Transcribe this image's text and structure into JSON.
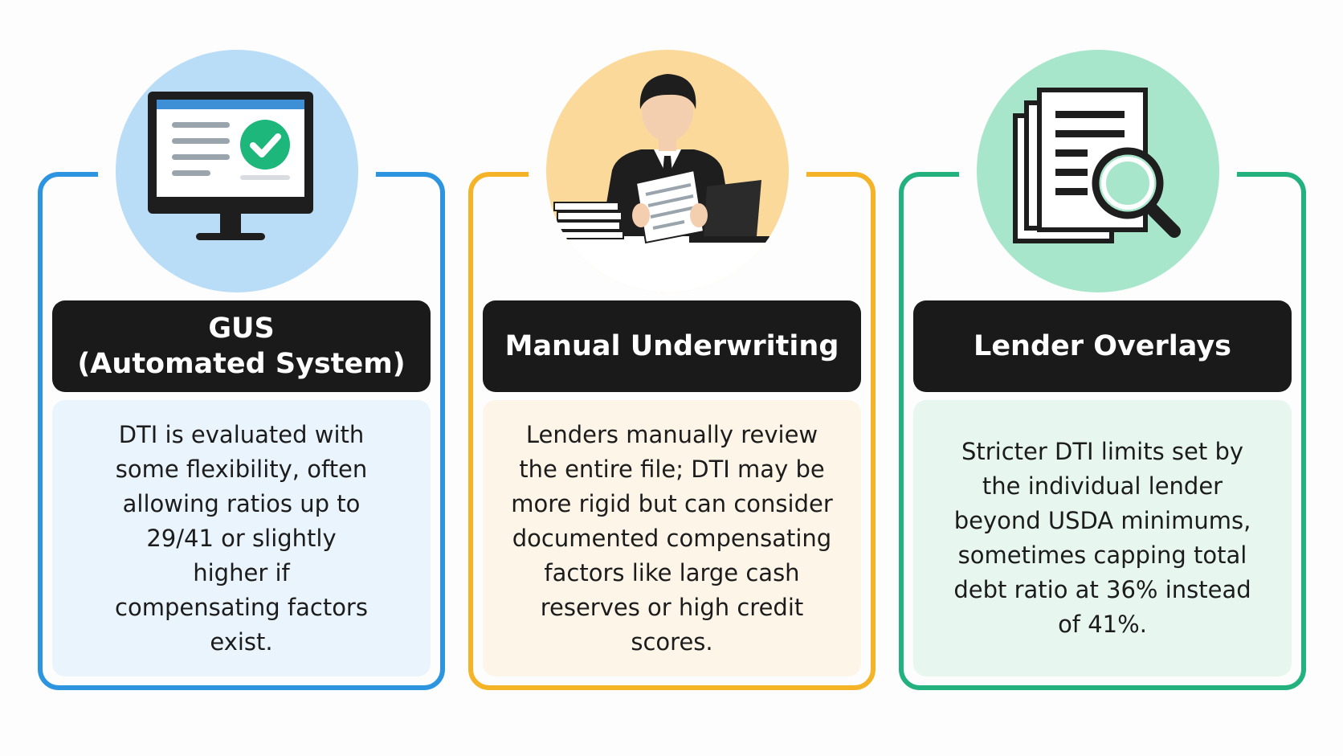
{
  "cards": [
    {
      "title_line1": "GUS",
      "title_line2": "(Automated System)",
      "body": "DTI is evaluated with some flexibility, often allowing ratios up to 29/41 or slightly higher if compensating factors exist.",
      "accent": "#2d95e0",
      "icon": "computer-checkmark-icon"
    },
    {
      "title_line1": "Manual Underwriting",
      "title_line2": "",
      "body": "Lenders manually review the entire file; DTI may be more rigid but can consider documented compensating factors like large cash reserves or high credit scores.",
      "accent": "#f5b428",
      "icon": "underwriter-person-icon"
    },
    {
      "title_line1": "Lender Overlays",
      "title_line2": "",
      "body": "Stricter DTI limits set by the individual lender beyond USDA minimums, sometimes capping total debt ratio at 36% instead of 41%.",
      "accent": "#22b17f",
      "icon": "document-magnifier-icon"
    }
  ]
}
